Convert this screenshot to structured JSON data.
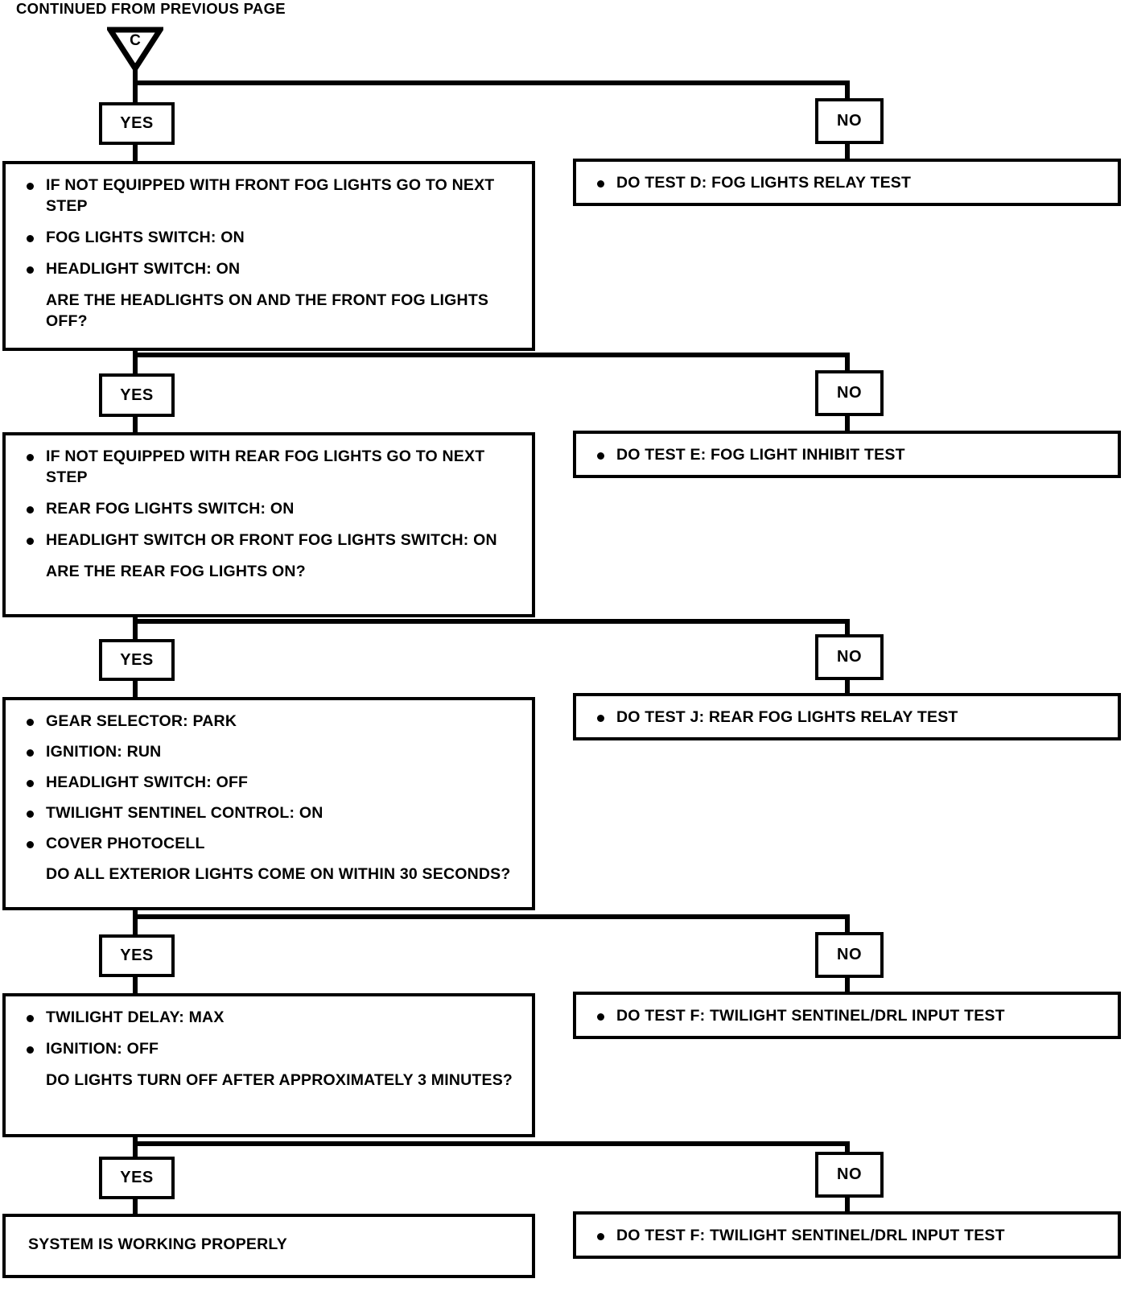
{
  "header": {
    "note": "CONTINUED FROM PREVIOUS PAGE"
  },
  "connector": {
    "label": "C",
    "shape": "down-triangle"
  },
  "branch_labels": {
    "yes": "YES",
    "no": "NO"
  },
  "steps": [
    {
      "yes_label": "YES",
      "no_label": "NO",
      "yes_box": {
        "bullets": [
          "IF NOT EQUIPPED WITH FRONT FOG LIGHTS GO TO NEXT STEP",
          "FOG LIGHTS SWITCH: ON",
          "HEADLIGHT SWITCH: ON"
        ],
        "question": "ARE THE HEADLIGHTS ON AND THE FRONT FOG LIGHTS OFF?"
      },
      "no_box": {
        "bullets": [
          "DO TEST D: FOG LIGHTS RELAY TEST"
        ]
      }
    },
    {
      "yes_label": "YES",
      "no_label": "NO",
      "yes_box": {
        "bullets": [
          "IF NOT EQUIPPED WITH REAR FOG LIGHTS GO TO NEXT STEP",
          "REAR FOG LIGHTS SWITCH: ON",
          "HEADLIGHT SWITCH OR FRONT FOG LIGHTS SWITCH: ON"
        ],
        "question": "ARE THE REAR FOG LIGHTS ON?"
      },
      "no_box": {
        "bullets": [
          "DO TEST E: FOG LIGHT INHIBIT TEST"
        ]
      }
    },
    {
      "yes_label": "YES",
      "no_label": "NO",
      "yes_box": {
        "bullets": [
          "GEAR SELECTOR: PARK",
          "IGNITION: RUN",
          "HEADLIGHT SWITCH: OFF",
          "TWILIGHT SENTINEL CONTROL: ON",
          "COVER PHOTOCELL"
        ],
        "question": "DO ALL EXTERIOR LIGHTS COME ON WITHIN 30 SECONDS?"
      },
      "no_box": {
        "bullets": [
          "DO TEST J: REAR FOG LIGHTS RELAY TEST"
        ]
      }
    },
    {
      "yes_label": "YES",
      "no_label": "NO",
      "yes_box": {
        "bullets": [
          "TWILIGHT DELAY: MAX",
          "IGNITION: OFF"
        ],
        "question": "DO LIGHTS TURN OFF AFTER APPROXIMATELY 3 MINUTES?"
      },
      "no_box": {
        "bullets": [
          "DO TEST F: TWILIGHT SENTINEL/DRL INPUT TEST"
        ]
      }
    },
    {
      "yes_label": "YES",
      "no_label": "NO",
      "yes_box": {
        "terminal": "SYSTEM IS WORKING PROPERLY"
      },
      "no_box": {
        "bullets": [
          "DO TEST F: TWILIGHT SENTINEL/DRL INPUT TEST"
        ]
      }
    }
  ],
  "colors": {
    "ink": "#000000",
    "paper": "#ffffff"
  }
}
